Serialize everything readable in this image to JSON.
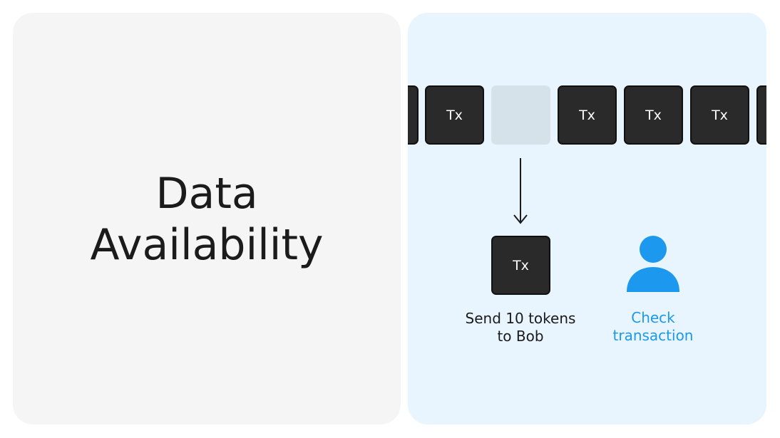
{
  "title": {
    "line1": "Data",
    "line2": "Availability"
  },
  "chain": {
    "blocks": [
      {
        "label": ""
      },
      {
        "label": "Tx"
      },
      {
        "label": "",
        "missing": true
      },
      {
        "label": "Tx"
      },
      {
        "label": "Tx"
      },
      {
        "label": "Tx"
      },
      {
        "label": ""
      }
    ]
  },
  "detail": {
    "tx_label": "Tx",
    "caption_line1": "Send 10 tokens",
    "caption_line2": "to Bob"
  },
  "user": {
    "icon": "user-icon",
    "label_line1": "Check",
    "label_line2": "transaction",
    "color": "#1c99ee"
  },
  "colors": {
    "block": "#2a2a2a",
    "missing_block": "#d6e2ea",
    "left_panel": "#f5f5f5",
    "right_panel": "#e8f4fe"
  }
}
